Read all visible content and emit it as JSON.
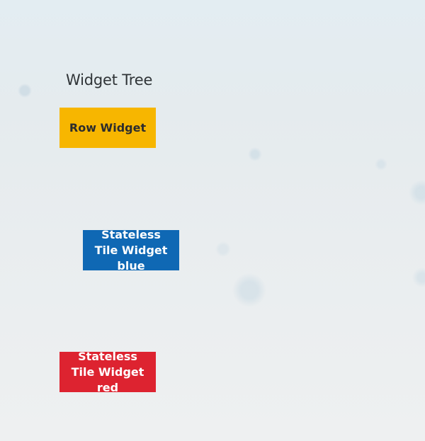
{
  "diagram": {
    "title": "Widget Tree",
    "nodes": {
      "row_widget": {
        "label": "Row Widget",
        "color": "#f7b600",
        "text_color": "#2d2d2d"
      },
      "stateless_blue": {
        "label": "Stateless Tile Widget blue",
        "color": "#0f68b4",
        "text_color": "#ffffff"
      },
      "stateless_red": {
        "label": "Stateless Tile Widget red",
        "color": "#dd2330",
        "text_color": "#ffffff"
      }
    }
  }
}
